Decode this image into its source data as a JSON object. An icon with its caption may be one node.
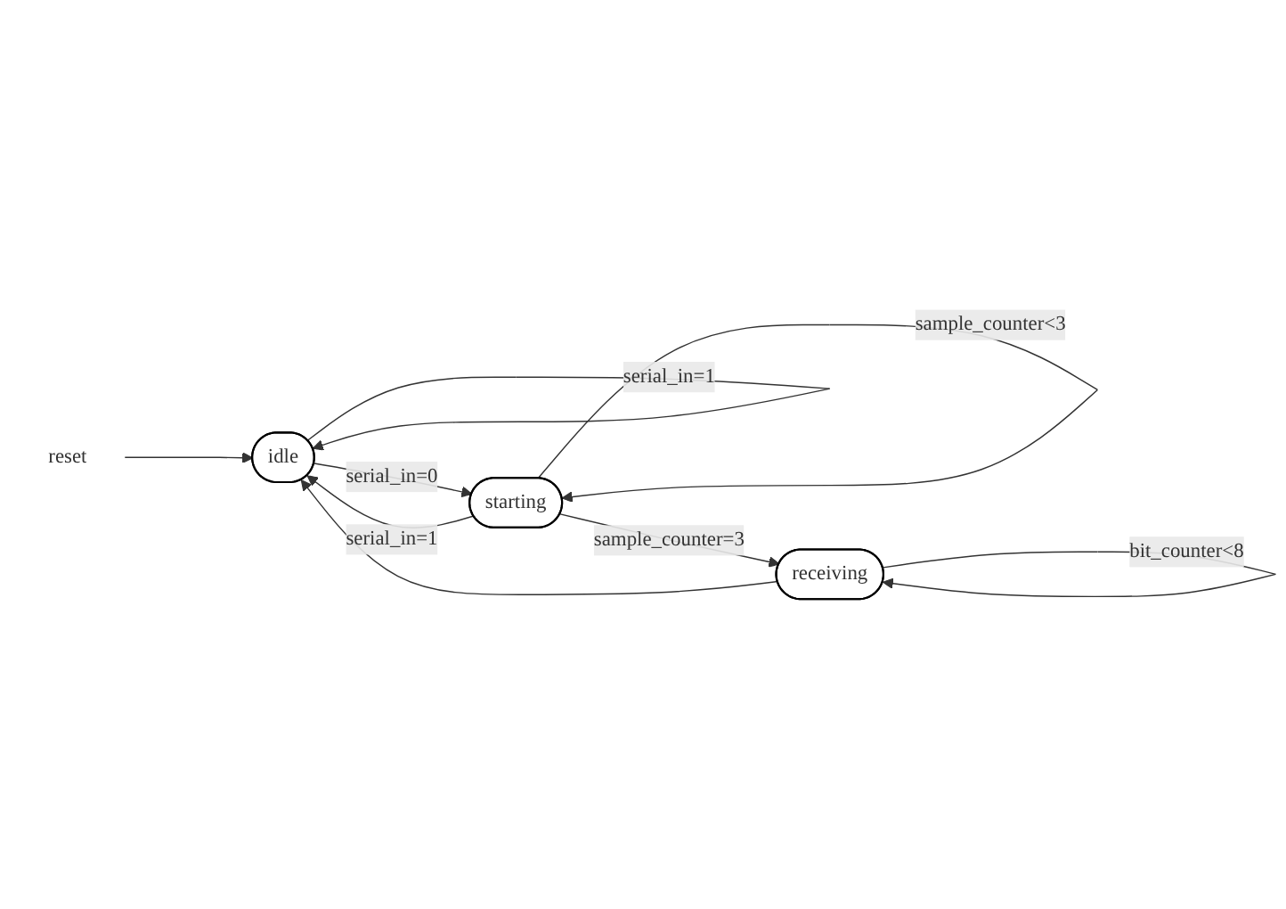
{
  "diagram": {
    "nodes": [
      {
        "text": [
          "reset"
        ]
      },
      {
        "text": [
          "idle"
        ]
      },
      {
        "text": [
          "starting"
        ]
      },
      {
        "text": [
          "receiving"
        ]
      }
    ],
    "edges": [
      {
        "from": 0,
        "to": 1,
        "arrow": "to"
      },
      {
        "from": 1,
        "to": 2,
        "arrow": "to",
        "label": "serial_in=0"
      },
      {
        "from": 1,
        "to": 1,
        "arrow": "to",
        "label": "serial_in=1"
      },
      {
        "from": 2,
        "to": 3,
        "arrow": "to",
        "label": "sample_counter=3"
      },
      {
        "from": 2,
        "to": 2,
        "arrow": "to",
        "label": "sample_counter<3"
      },
      {
        "from": 3,
        "to": 3,
        "arrow": "to",
        "label": "bit_counter<8"
      },
      {
        "from": 2,
        "to": 1,
        "arrow": "to",
        "label": "serial_in=1"
      },
      {
        "from": 3,
        "to": 1,
        "arrow": "to"
      }
    ]
  }
}
